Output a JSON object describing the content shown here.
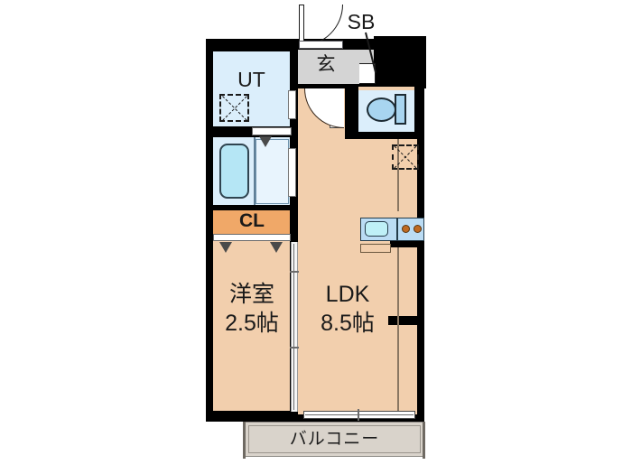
{
  "plan": {
    "type": "apartment-floor-plan",
    "layout_code": "1LDK",
    "rooms": [
      {
        "key": "ut",
        "label": "UT",
        "note": "utility / washing-machine room"
      },
      {
        "key": "bath",
        "label": "",
        "note": "bathroom with tub"
      },
      {
        "key": "closet",
        "label": "CL",
        "note": "closet"
      },
      {
        "key": "western",
        "label": "洋室",
        "size": "2.5帖"
      },
      {
        "key": "ldk",
        "label": "LDK",
        "size": "8.5帖"
      },
      {
        "key": "entrance",
        "label": "玄",
        "note": "genkan entrance"
      },
      {
        "key": "shoebox",
        "label": "SB",
        "note": "shoe box"
      },
      {
        "key": "toilet",
        "label": "",
        "note": "toilet"
      },
      {
        "key": "balcony",
        "label": "バルコニー",
        "note": "balcony"
      }
    ],
    "labels": {
      "ut": "UT",
      "sb": "SB",
      "entrance": "玄",
      "closet": "CL",
      "western_name": "洋室",
      "western_size": "2.5帖",
      "ldk_name": "LDK",
      "ldk_size": "8.5帖",
      "balcony": "バルコニー"
    },
    "colors": {
      "wall": "#000000",
      "room_floor": "#f2cfad",
      "wet_area": "#dbeefb",
      "entrance_floor": "#d4d4d4",
      "closet": "#f0a868",
      "balcony": "#d9d3cb",
      "fixture_blue": "#a8d5f0",
      "burner": "#c06a22",
      "background": "#ffffff"
    },
    "fixtures": [
      {
        "name": "bathtub",
        "room": "bath"
      },
      {
        "name": "wash-basin",
        "room": "bath"
      },
      {
        "name": "toilet",
        "room": "toilet"
      },
      {
        "name": "kitchen-sink",
        "room": "ldk"
      },
      {
        "name": "gas-stove",
        "room": "ldk",
        "burners": 2
      },
      {
        "name": "washer-space",
        "room": "ut"
      },
      {
        "name": "meter-box",
        "room": "ldk"
      }
    ]
  }
}
